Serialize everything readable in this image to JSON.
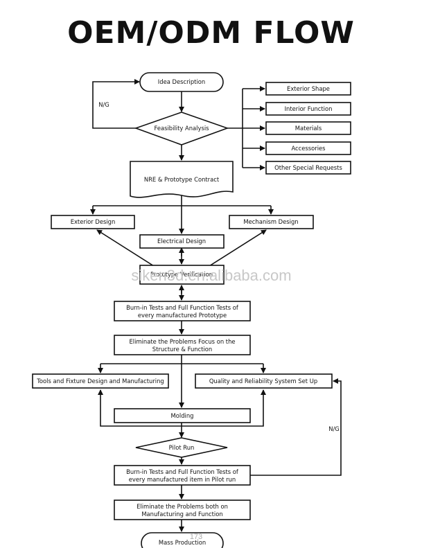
{
  "title": "OEM/ODM FLOW",
  "nodes": {
    "idea": "Idea Description",
    "feasibility": "Feasibility Analysis",
    "exterior_shape": "Exterior  Shape",
    "interior_function": "Interior  Function",
    "materials": "Materials",
    "accessories": "Accessories",
    "other_requests": "Other Special Requests",
    "nre_contract": "NRE & Prototype Contract",
    "exterior_design": "Exterior Design",
    "mechanism_design": "Mechanism Design",
    "electrical_design": "Electrical Design",
    "prototype_verification": "Prototype Verification",
    "burnin_prototype_1": "Burn-in Tests and Full Function Tests of",
    "burnin_prototype_2": "every manufactured Prototype",
    "eliminate_1_a": "Eliminate the Problems Focus on the",
    "eliminate_1_b": "Structure & Function",
    "tools_fixture": "Tools and Fixture Design and Manufacturing",
    "quality_system": "Quality and Reliability System Set Up",
    "molding": "Molding",
    "pilot_run": "Pilot Run",
    "burnin_pilot_1": "Burn-in Tests and Full Function Tests of",
    "burnin_pilot_2": "every manufactured item in Pilot run",
    "eliminate_2_a": "Eliminate the Problems both on",
    "eliminate_2_b": "Manufacturing and Function",
    "mass_production": "Mass Production"
  },
  "edge_labels": {
    "ng_top": "N/G",
    "ng_right": "N/G"
  },
  "watermark": "siken3d.en.alibaba.com",
  "page_number": "173"
}
